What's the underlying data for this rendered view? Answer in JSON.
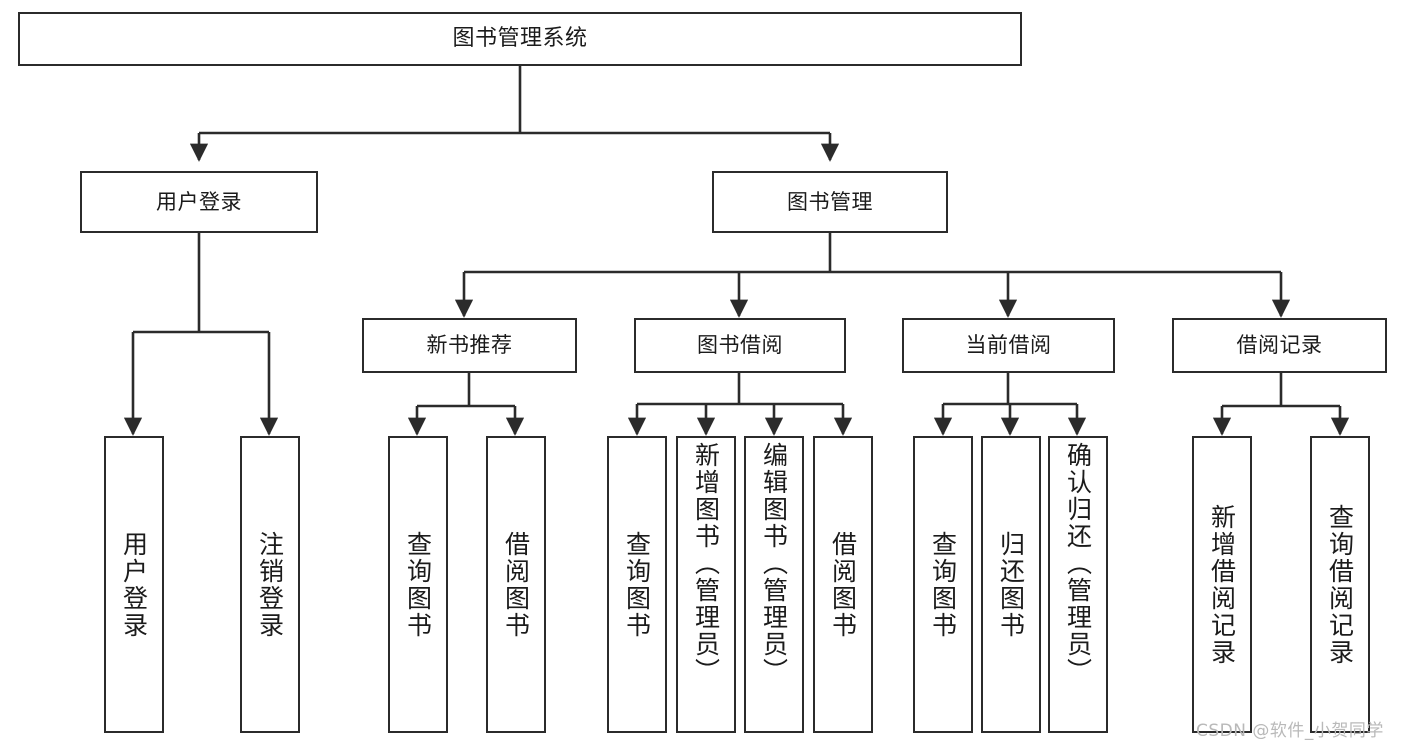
{
  "diagram": {
    "type": "tree",
    "title": "图书管理系统",
    "root": {
      "label": "图书管理系统"
    },
    "level1": [
      {
        "label": "用户登录"
      },
      {
        "label": "图书管理"
      }
    ],
    "level2": [
      {
        "label": "新书推荐"
      },
      {
        "label": "图书借阅"
      },
      {
        "label": "当前借阅"
      },
      {
        "label": "借阅记录"
      }
    ],
    "leaves": {
      "user_login": [
        {
          "label": "用户登录"
        },
        {
          "label": "注销登录"
        }
      ],
      "new_book_recommend": [
        {
          "label": "查询图书"
        },
        {
          "label": "借阅图书"
        }
      ],
      "book_borrow": [
        {
          "label": "查询图书"
        },
        {
          "label": "新增图书（管理员）"
        },
        {
          "label": "编辑图书（管理员）"
        },
        {
          "label": "借阅图书"
        }
      ],
      "current_borrow": [
        {
          "label": "查询图书"
        },
        {
          "label": "归还图书"
        },
        {
          "label": "确认归还（管理员）"
        }
      ],
      "borrow_record": [
        {
          "label": "新增借阅记录"
        },
        {
          "label": "查询借阅记录"
        }
      ]
    }
  },
  "watermark": {
    "text": "CSDN @软件_小贺同学"
  },
  "colors": {
    "stroke": "#2b2b2b",
    "background": "#ffffff",
    "text": "#1b1b1b",
    "watermark": "#b9b9b9"
  }
}
